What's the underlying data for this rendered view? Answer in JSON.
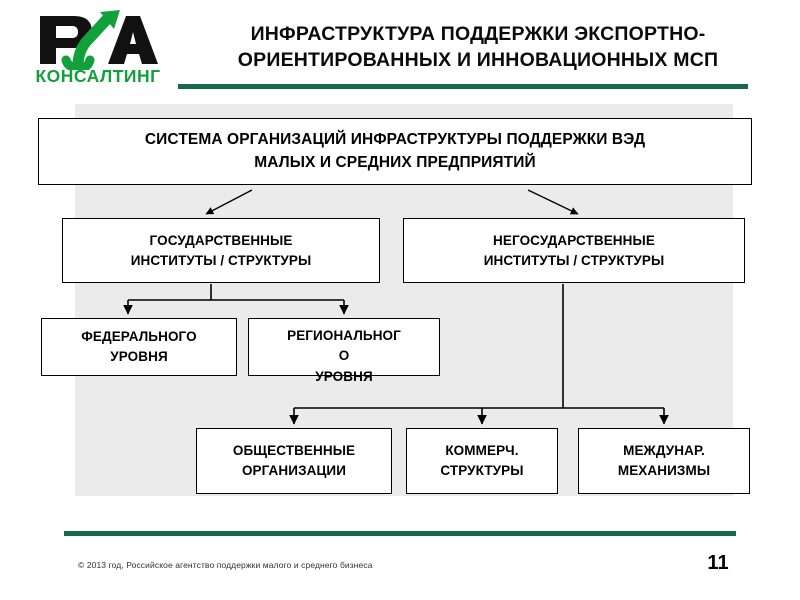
{
  "slide": {
    "page_number": "11",
    "accent_green": "#156b47",
    "logo_green": "#12a03c",
    "panel_gray": "#ebebeb"
  },
  "logo": {
    "mark_text": "РА",
    "wordmark": "КОНСАЛТИНГ"
  },
  "header": {
    "title_line_1": "ИНФРАСТРУКТУРА ПОДДЕРЖКИ ЭКСПОРТНО-",
    "title_line_2": "ОРИЕНТИРОВАННЫХ И ИННОВАЦИОННЫХ МСП"
  },
  "chart_data": {
    "type": "diagram",
    "title": "СИСТЕМА ОРГАНИЗАЦИЙ ИНФРАСТРУКТУРЫ ПОДДЕРЖКИ ВЭД МАЛЫХ И СРЕДНИХ ПРЕДПРИЯТИЙ",
    "nodes": [
      {
        "id": "root",
        "level": 0,
        "line_1": "СИСТЕМА ОРГАНИЗАЦИЙ ИНФРАСТРУКТУРЫ ПОДДЕРЖКИ ВЭД",
        "line_2": "МАЛЫХ И СРЕДНИХ ПРЕДПРИЯТИЙ"
      },
      {
        "id": "state",
        "level": 1,
        "line_1": "ГОСУДАРСТВЕННЫЕ",
        "line_2": "ИНСТИТУТЫ / СТРУКТУРЫ"
      },
      {
        "id": "nonstate",
        "level": 1,
        "line_1": "НЕГОСУДАРСТВЕННЫЕ",
        "line_2": "ИНСТИТУТЫ / СТРУКТУРЫ"
      },
      {
        "id": "federal",
        "level": 2,
        "line_1": "ФЕДЕРАЛЬНОГО",
        "line_2": "УРОВНЯ"
      },
      {
        "id": "regional",
        "level": 2,
        "line_1": "РЕГИОНАЛЬНОГ",
        "line_2": "О",
        "line_3": "УРОВНЯ"
      },
      {
        "id": "public",
        "level": 2,
        "line_1": "ОБЩЕСТВЕННЫЕ",
        "line_2": "ОРГАНИЗАЦИИ"
      },
      {
        "id": "commerce",
        "level": 2,
        "line_1": "КОММЕРЧ.",
        "line_2": "СТРУКТУРЫ"
      },
      {
        "id": "intl",
        "level": 2,
        "line_1": "МЕЖДУНАР.",
        "line_2": "МЕХАНИЗМЫ"
      }
    ],
    "edges": [
      {
        "from": "root",
        "to": "state",
        "style": "diagonal-arrow"
      },
      {
        "from": "root",
        "to": "nonstate",
        "style": "diagonal-arrow"
      },
      {
        "from": "state",
        "to": "federal",
        "style": "elbow-arrow"
      },
      {
        "from": "state",
        "to": "regional",
        "style": "elbow-arrow"
      },
      {
        "from": "nonstate",
        "to": "public",
        "style": "elbow-arrow"
      },
      {
        "from": "nonstate",
        "to": "commerce",
        "style": "elbow-arrow"
      },
      {
        "from": "nonstate",
        "to": "intl",
        "style": "elbow-arrow"
      }
    ]
  },
  "footer": {
    "copyright": "© 2013 год,  Российское агентство поддержки малого и среднего бизнеса",
    "page_number": "11"
  }
}
